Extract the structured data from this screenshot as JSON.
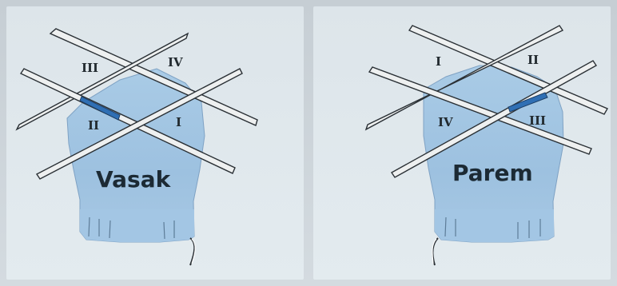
{
  "diagrams": [
    {
      "title": "Vasak",
      "labels": [
        "III",
        "IV",
        "II",
        "I"
      ]
    },
    {
      "title": "Parem",
      "labels": [
        "I",
        "II",
        "IV",
        "III"
      ]
    }
  ],
  "colors": {
    "fabric": "#9fc3e2",
    "fabric_shadow": "#86acd0",
    "marker": "#2f6fb4",
    "needle": "#eef0f0",
    "outline": "#2a3035"
  }
}
